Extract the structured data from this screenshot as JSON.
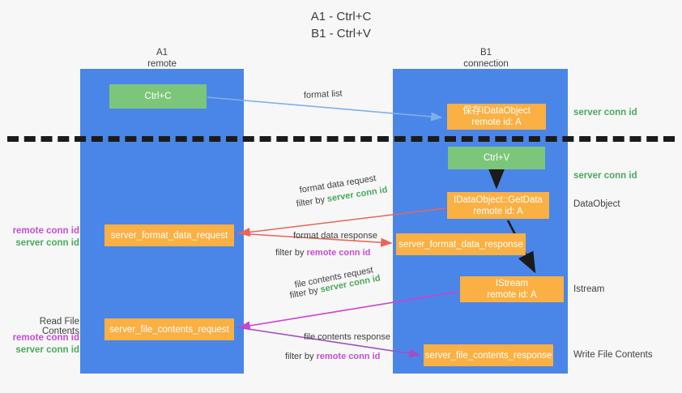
{
  "title": {
    "line1": "A1 - Ctrl+C",
    "line2": "B1 - Ctrl+V"
  },
  "columns": [
    {
      "name": "A1",
      "sub": "remote"
    },
    {
      "name": "B1",
      "sub": "connection"
    }
  ],
  "nodes": {
    "ctrl_c": {
      "label": "Ctrl+C",
      "color": "#7bc67b"
    },
    "save_idataobject": {
      "line1": "保存IDataObject",
      "line2": "remote id: A",
      "color": "#fbb043"
    },
    "ctrl_v": {
      "label": "Ctrl+V",
      "color": "#7bc67b"
    },
    "get_data": {
      "line1": "IDataObject::GetData",
      "line2": "remote id: A",
      "color": "#fbb043"
    },
    "server_format_data_request": {
      "label": "server_format_data_request",
      "color": "#fbb043"
    },
    "server_format_data_response": {
      "label": "server_format_data_response",
      "color": "#fbb043"
    },
    "istream": {
      "line1": "IStream",
      "line2": "remote id: A",
      "color": "#fbb043"
    },
    "server_file_contents_request": {
      "label": "server_file_contents_request",
      "color": "#fbb043"
    },
    "server_file_contents_response": {
      "label": "server_file_contents_response",
      "color": "#fbb043"
    }
  },
  "edges": {
    "format_list": {
      "label": "format list"
    },
    "format_data_request": {
      "label": "format data request",
      "filter_prefix": "filter by ",
      "filter_key": "server conn id"
    },
    "format_data_response": {
      "label": "format data response",
      "filter_prefix": "filter by ",
      "filter_key": "remote conn id"
    },
    "file_contents_request": {
      "label": "file contents request",
      "filter_prefix": "filter by ",
      "filter_key": "server conn id"
    },
    "file_contents_response": {
      "label": "file contents response",
      "filter_prefix": "filter by ",
      "filter_key": "remote conn id"
    }
  },
  "margin_right": {
    "server_conn_id_top": "server conn id",
    "server_conn_id_mid": "server conn id",
    "dataobject": "DataObject",
    "istream": "Istream",
    "write_file_contents": "Write File Contents"
  },
  "margin_left": {
    "remote_conn_id_1": "remote conn id",
    "server_conn_id_1": "server conn id",
    "read_file_contents": "Read File Contents",
    "remote_conn_id_2": "remote conn id",
    "server_conn_id_2": "server conn id"
  },
  "colors": {
    "lane": "#4a86e8",
    "green_node": "#7bc67b",
    "orange_node": "#fbb043",
    "server_conn": "#49a95b",
    "remote_conn": "#c34fd0",
    "arrow_blue": "#7cb1e8",
    "arrow_red": "#e8655c",
    "arrow_magenta": "#d13fd1",
    "arrow_purple": "#a24fc4",
    "arrow_black": "#1b1b1b",
    "background": "#f7f7f7"
  }
}
